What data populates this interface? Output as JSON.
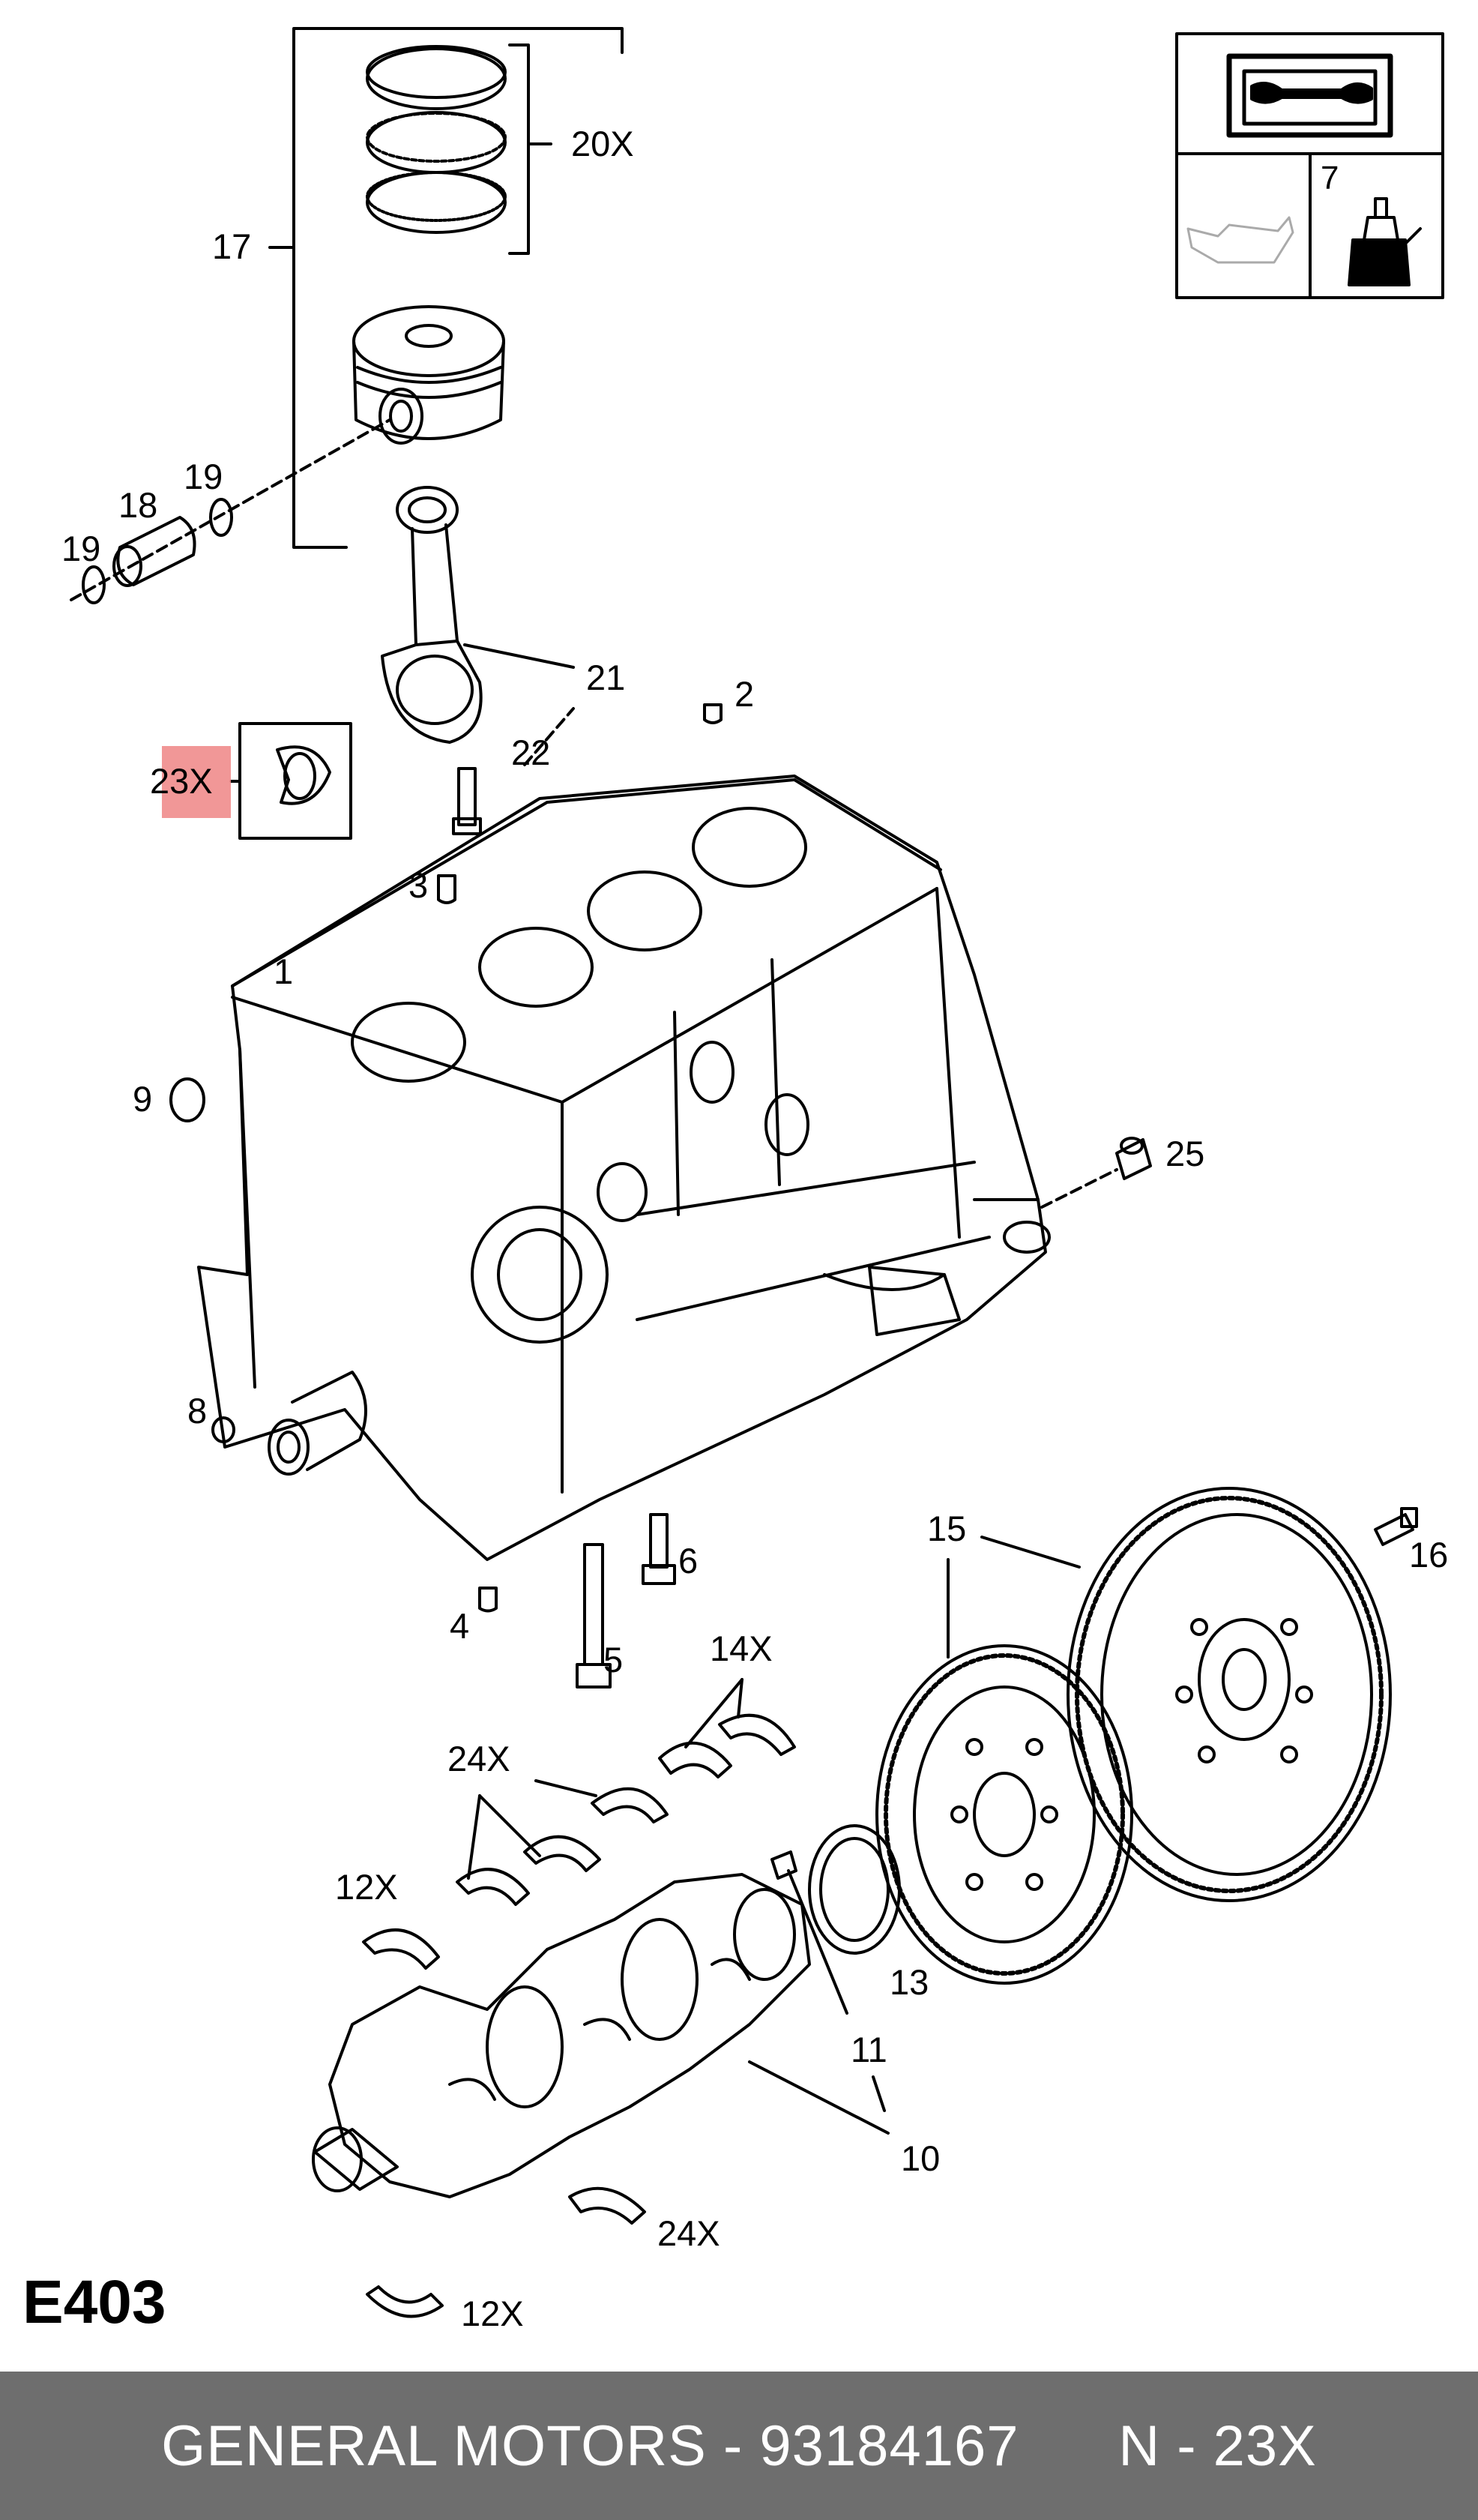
{
  "diagram_code": "E403",
  "callouts": {
    "c20x": "20X",
    "c17": "17",
    "c18": "18",
    "c19a": "19",
    "c19b": "19",
    "c21": "21",
    "c22": "22",
    "c2": "2",
    "c23x": "23X",
    "c3": "3",
    "c1": "1",
    "c9": "9",
    "c25": "25",
    "c8": "8",
    "c6": "6",
    "c4": "4",
    "c5": "5",
    "c15": "15",
    "c16": "16",
    "c14x": "14X",
    "c24x_a": "24X",
    "c12x_a": "12X",
    "c13": "13",
    "c11": "11",
    "c10": "10",
    "c24x_b": "24X",
    "c12x_b": "12X",
    "c7": "7"
  },
  "footer": {
    "text": "GENERAL MOTORS - 93184167      N - 23X"
  },
  "highlight_color": "#f08c8c",
  "footer_color": "#6e6e6e",
  "icons": [
    "manual-wrench-icon",
    "oil-can-icon",
    "sealant-bottle-icon"
  ]
}
